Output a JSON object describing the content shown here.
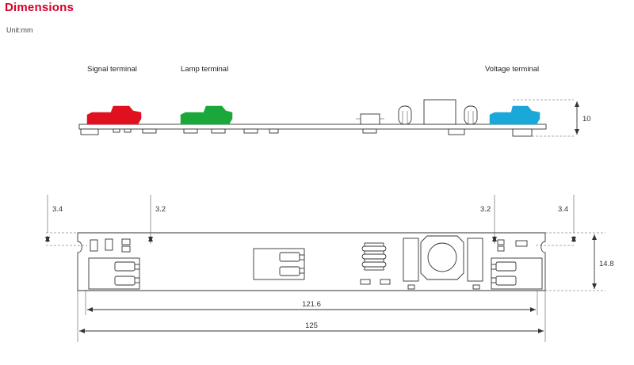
{
  "header": {
    "title": "Dimensions",
    "unit_label": "Unit:mm"
  },
  "side_view": {
    "labels": {
      "signal": "Signal terminal",
      "lamp": "Lamp terminal",
      "voltage": "Voltage terminal"
    },
    "height_dimension": "10",
    "colors": {
      "signal_terminal": "#e0101e",
      "lamp_terminal": "#1aa83a",
      "voltage_terminal": "#1aa8d8"
    }
  },
  "top_view": {
    "dim_left_outer": "3.4",
    "dim_left_inner": "3.2",
    "dim_right_inner": "3.2",
    "dim_right_outer": "3.4",
    "dim_width": "14.8",
    "dim_inner_length": "121.6",
    "dim_total_length": "125"
  }
}
